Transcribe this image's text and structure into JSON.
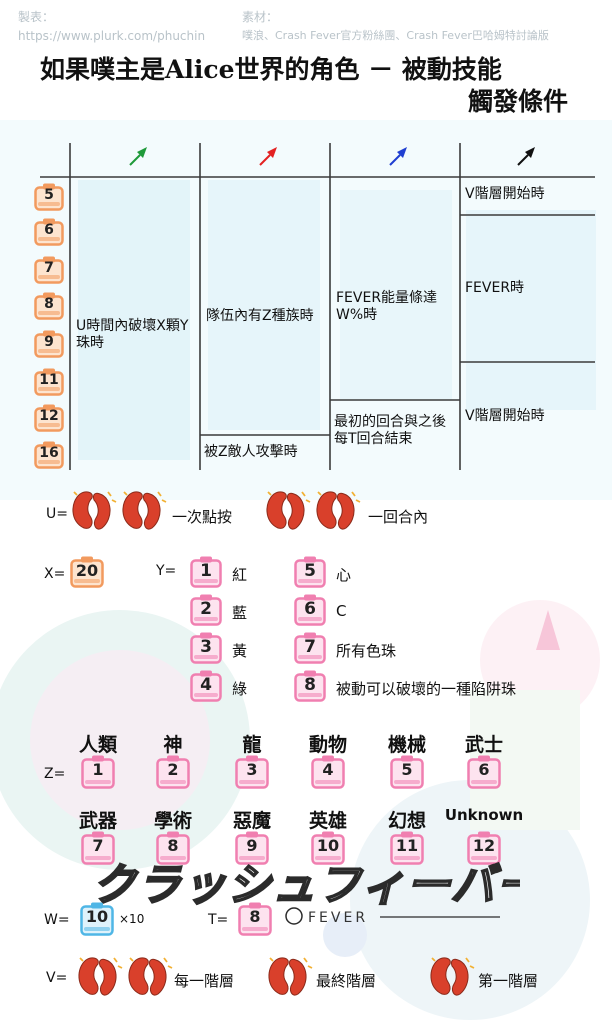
{
  "credits": {
    "maker_label": "製表：",
    "maker_url": "https://www.plurk.com/phuchin",
    "source_label": "素材：",
    "source_text": "噗浪、Crash Fever官方粉絲團、Crash Fever巴哈姆特討論版"
  },
  "title": {
    "line1": "如果噗主是Alice世界的角色 － 被動技能",
    "line2": "觸發條件"
  },
  "colors": {
    "grid": "#3b3b3b",
    "badge_orange": "#f29a5e",
    "badge_pink": "#f07fb0",
    "badge_blue": "#4fb6e6",
    "pin_green": "#1e9a3a",
    "pin_red": "#e32222",
    "pin_blue": "#1f3fd1",
    "pin_black": "#111111",
    "bean_red": "#d9402b"
  },
  "table": {
    "header_icons": [
      "pin-green-icon",
      "pin-red-icon",
      "pin-blue-icon",
      "pin-black-icon"
    ],
    "row_levels": [
      "5",
      "6",
      "7",
      "8",
      "9",
      "11",
      "12",
      "16"
    ],
    "col1_text": "U時間內破壞X顆Y珠時",
    "col2_text": "隊伍內有Z種族時",
    "col2_bottom_text": "被Z敵人攻擊時",
    "col3_text": "FEVER能量條達W%時",
    "col3_bottom_text": "最初的回合與之後每T回合結束",
    "col4_top_text": "V階層開始時",
    "col4_mid_text": "FEVER時",
    "col4_bottom_text": "V階層開始時"
  },
  "legend": {
    "u_label": "U=",
    "u_opt1": "一次點按",
    "u_opt2": "一回合內",
    "x_label": "X=",
    "x_value": "20",
    "y_label": "Y=",
    "y_items": [
      {
        "num": "1",
        "text": "紅"
      },
      {
        "num": "2",
        "text": "藍"
      },
      {
        "num": "3",
        "text": "黃"
      },
      {
        "num": "4",
        "text": "綠"
      },
      {
        "num": "5",
        "text": "心"
      },
      {
        "num": "6",
        "text": "C"
      },
      {
        "num": "7",
        "text": "所有色珠"
      },
      {
        "num": "8",
        "text": "被動可以破壞的一種陷阱珠"
      }
    ],
    "z_label": "Z=",
    "z_row1": [
      {
        "name": "人類",
        "num": "1"
      },
      {
        "name": "神",
        "num": "2"
      },
      {
        "name": "龍",
        "num": "3"
      },
      {
        "name": "動物",
        "num": "4"
      },
      {
        "name": "機械",
        "num": "5"
      },
      {
        "name": "武士",
        "num": "6"
      }
    ],
    "z_row2": [
      {
        "name": "武器",
        "num": "7"
      },
      {
        "name": "學術",
        "num": "8"
      },
      {
        "name": "惡魔",
        "num": "9"
      },
      {
        "name": "英雄",
        "num": "10"
      },
      {
        "name": "幻想",
        "num": "11"
      },
      {
        "name": "Unknown",
        "num": "12"
      }
    ],
    "w_label": "W=",
    "w_value": "10",
    "w_mult": "×10",
    "t_label": "T=",
    "t_value": "8",
    "v_label": "V=",
    "v_opt1": "每一階層",
    "v_opt2": "最終階層",
    "v_opt3": "第一階層"
  },
  "watermark": {
    "logo_text": "クラッシュフィーバー",
    "fever_text": "FEVER"
  }
}
